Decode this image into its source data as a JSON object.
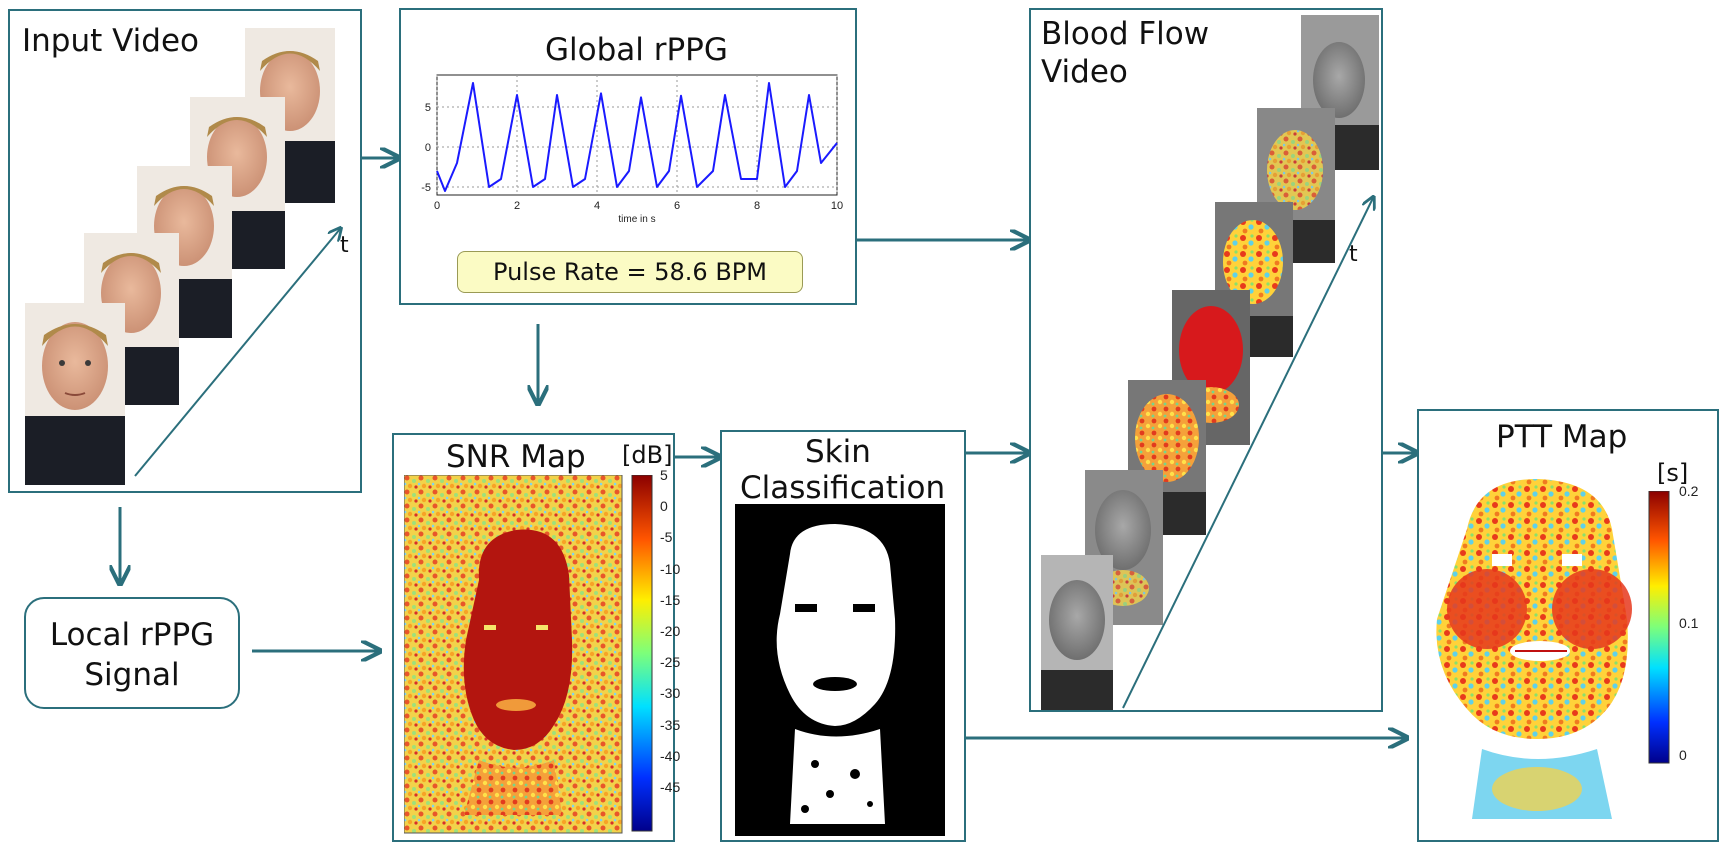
{
  "input_video": {
    "title": "Input Video",
    "t_label": "t"
  },
  "global_rppg": {
    "title": "Global rPPG",
    "pulse_rate": "Pulse Rate = 58.6 BPM",
    "chart_data": {
      "type": "line",
      "xlabel": "time in s",
      "ylabel": "",
      "xlim": [
        0,
        10
      ],
      "ylim": [
        -6,
        9
      ],
      "x_ticks": [
        "0",
        "2",
        "4",
        "6",
        "8",
        "10"
      ],
      "y_ticks": [
        "5",
        "0",
        "-5"
      ],
      "grid": true,
      "series": [
        {
          "color": "#1a1aff",
          "x": [
            0,
            0.2,
            0.5,
            0.9,
            1.3,
            1.6,
            2.0,
            2.4,
            2.7,
            3.0,
            3.4,
            3.7,
            4.1,
            4.5,
            4.8,
            5.1,
            5.5,
            5.8,
            6.1,
            6.5,
            6.9,
            7.2,
            7.6,
            8.0,
            8.3,
            8.7,
            9.0,
            9.3,
            9.6,
            10.0
          ],
          "y": [
            -3,
            -5.5,
            -2,
            8,
            -5,
            -4,
            6.5,
            -5,
            -4,
            6.5,
            -5,
            -4,
            6.7,
            -5,
            -3,
            6.2,
            -5,
            -3,
            6.4,
            -5,
            -3,
            6.5,
            -4,
            -4,
            8,
            -5,
            -3,
            6.5,
            -2,
            0.5
          ]
        }
      ]
    }
  },
  "blood_flow": {
    "title_line1": "Blood Flow",
    "title_line2": "Video",
    "t_label": "t"
  },
  "local_rppg": {
    "line1": "Local rPPG",
    "line2": "Signal"
  },
  "snr_map": {
    "title": "SNR Map",
    "unit": "[dB]",
    "colorbar_ticks": [
      "5",
      "0",
      "-5",
      "-10",
      "-15",
      "-20",
      "-25",
      "-30",
      "-35",
      "-40",
      "-45"
    ]
  },
  "skin": {
    "line1": "Skin",
    "line2": "Classification"
  },
  "ptt_map": {
    "title": "PTT Map",
    "unit": "[s]",
    "colorbar_ticks": [
      "0.2",
      "0.1",
      "0"
    ]
  },
  "colors": {
    "accent": "#2b6f7c",
    "signal": "#1a1aff",
    "pulse_box_bg": "#fbfbc4"
  }
}
